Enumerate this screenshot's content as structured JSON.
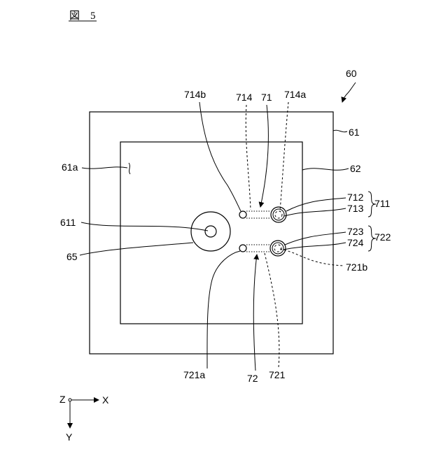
{
  "figure": {
    "title": "図　5",
    "labels": {
      "l60": "60",
      "l61": "61",
      "l61a": "61a",
      "l62": "62",
      "l611": "611",
      "l65": "65",
      "l71": "71",
      "l714": "714",
      "l714a": "714a",
      "l714b": "714b",
      "l711": "711",
      "l712": "712",
      "l713": "713",
      "l722": "722",
      "l723": "723",
      "l724": "724",
      "l721b": "721b",
      "l721a": "721a",
      "l72": "72",
      "l721": "721"
    },
    "axes": {
      "z": "Z",
      "x": "X",
      "y": "Y"
    }
  }
}
